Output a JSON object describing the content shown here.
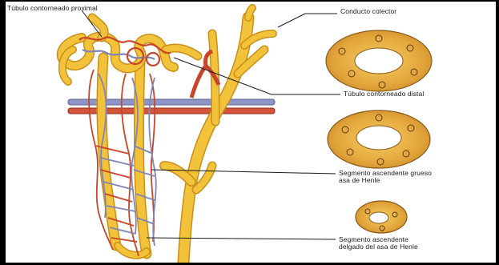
{
  "labels": {
    "proximal": "Túbulo contorneado proximal",
    "colector": "Conducto colector",
    "distal": "Túbulo contorneado distal",
    "grueso_line1": "Segmento ascendente grueso",
    "grueso_line2": "asa de Henle",
    "delgado_line1": "Segmento ascendente",
    "delgado_line2": "delgado del asa de Henle"
  },
  "colors": {
    "tubule": "#f2c23a",
    "tubule_edge": "#c8901a",
    "artery": "#c8452a",
    "vein": "#7f86b6",
    "cell": "#e9b24a",
    "lumen": "#ffffff"
  }
}
